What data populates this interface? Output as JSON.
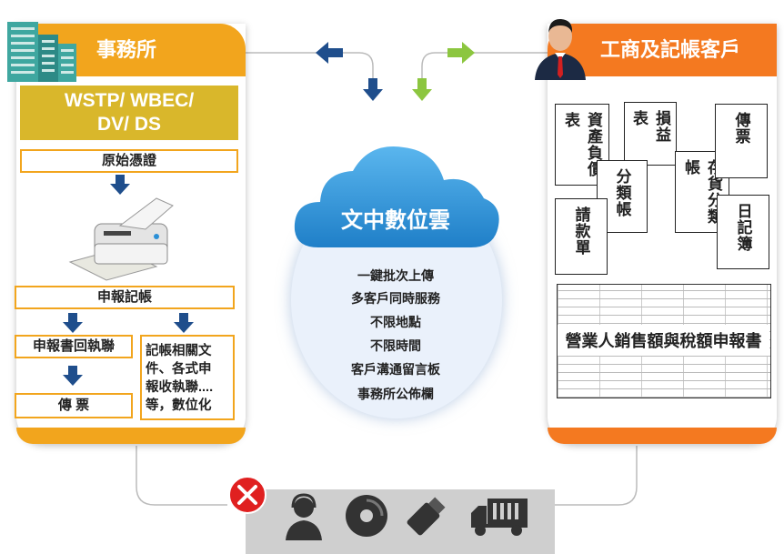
{
  "office": {
    "title": "事務所",
    "product": [
      "WSTP/ WBEC/",
      "DV/ DS"
    ],
    "source_doc": "原始憑證",
    "declare": "申報記帳",
    "receipt": "申報書回執聯",
    "related_docs": [
      "記帳相關文",
      "件、各式申",
      "報收執聯....",
      "等，數位化"
    ],
    "transmit": "傳 票"
  },
  "client": {
    "title": "工商及記帳客戶",
    "docs": [
      "資產負債表",
      "損益表",
      "分類帳",
      "存貨分類帳",
      "傳票",
      "請款單",
      "日記簿"
    ],
    "form_title": "營業人銷售額與稅額申報書"
  },
  "cloud": {
    "title": "文中數位雲",
    "features": [
      "一鍵批次上傳",
      "多客戶同時服務",
      "不限地點",
      "不限時間",
      "客戶溝通留言板",
      "事務所公佈欄"
    ]
  },
  "colors": {
    "office_header": "#f2a51d",
    "client_header": "#f47920",
    "cloud": "#2a8fd6",
    "arrow_blue": "#1f4e8c",
    "arrow_green": "#8cc63f",
    "cross": "#e02020"
  },
  "bottom_icons": [
    "call-center-icon",
    "disc-icon",
    "usb-drive-icon",
    "truck-icon"
  ]
}
